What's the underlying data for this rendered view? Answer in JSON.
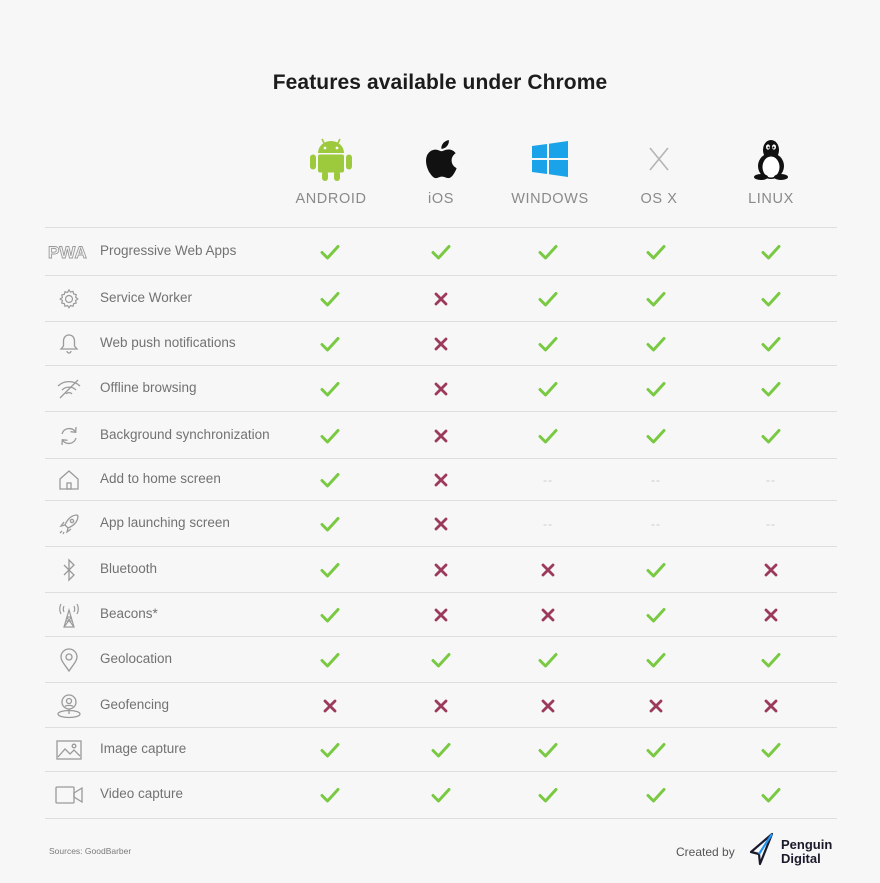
{
  "title": "Features available under Chrome",
  "platforms": [
    {
      "key": "android",
      "label": "ANDROID",
      "icon": "android-icon"
    },
    {
      "key": "ios",
      "label": "iOS",
      "icon": "apple-icon"
    },
    {
      "key": "windows",
      "label": "WINDOWS",
      "icon": "windows-icon"
    },
    {
      "key": "osx",
      "label": "OS X",
      "icon": "osx-icon"
    },
    {
      "key": "linux",
      "label": "LINUX",
      "icon": "linux-tux-icon"
    }
  ],
  "legend_values": {
    "yes": "check",
    "no": "cross",
    "na": "--"
  },
  "features": [
    {
      "label": "Progressive Web Apps",
      "icon": "pwa-icon",
      "support": [
        "yes",
        "yes",
        "yes",
        "yes",
        "yes"
      ]
    },
    {
      "label": "Service Worker",
      "icon": "gear-icon",
      "support": [
        "yes",
        "no",
        "yes",
        "yes",
        "yes"
      ]
    },
    {
      "label": "Web push notifications",
      "icon": "bell-icon",
      "support": [
        "yes",
        "no",
        "yes",
        "yes",
        "yes"
      ]
    },
    {
      "label": "Offline browsing",
      "icon": "wifi-off-icon",
      "support": [
        "yes",
        "no",
        "yes",
        "yes",
        "yes"
      ]
    },
    {
      "label": "Background synchronization",
      "icon": "sync-icon",
      "support": [
        "yes",
        "no",
        "yes",
        "yes",
        "yes"
      ]
    },
    {
      "label": "Add to home screen",
      "icon": "home-icon",
      "support": [
        "yes",
        "no",
        "na",
        "na",
        "na"
      ]
    },
    {
      "label": "App launching screen",
      "icon": "rocket-icon",
      "support": [
        "yes",
        "no",
        "na",
        "na",
        "na"
      ]
    },
    {
      "label": "Bluetooth",
      "icon": "bluetooth-icon",
      "support": [
        "yes",
        "no",
        "no",
        "yes",
        "no"
      ]
    },
    {
      "label": "Beacons*",
      "icon": "beacon-icon",
      "support": [
        "yes",
        "no",
        "no",
        "yes",
        "no"
      ]
    },
    {
      "label": "Geolocation",
      "icon": "location-pin-icon",
      "support": [
        "yes",
        "yes",
        "yes",
        "yes",
        "yes"
      ]
    },
    {
      "label": "Geofencing",
      "icon": "geofence-icon",
      "support": [
        "no",
        "no",
        "no",
        "no",
        "no"
      ]
    },
    {
      "label": "Image capture",
      "icon": "image-icon",
      "support": [
        "yes",
        "yes",
        "yes",
        "yes",
        "yes"
      ]
    },
    {
      "label": "Video capture",
      "icon": "video-camera-icon",
      "support": [
        "yes",
        "yes",
        "yes",
        "yes",
        "yes"
      ]
    }
  ],
  "footer": {
    "sources": "Sources: GoodBarber",
    "created_by": "Created by",
    "brand_line1": "Penguin",
    "brand_line2": "Digital"
  },
  "colors": {
    "check": "#7ac943",
    "cross": "#9c3a5a",
    "android": "#9dc93d",
    "windows": "#1aa3e8",
    "brand": "#2196f3"
  }
}
